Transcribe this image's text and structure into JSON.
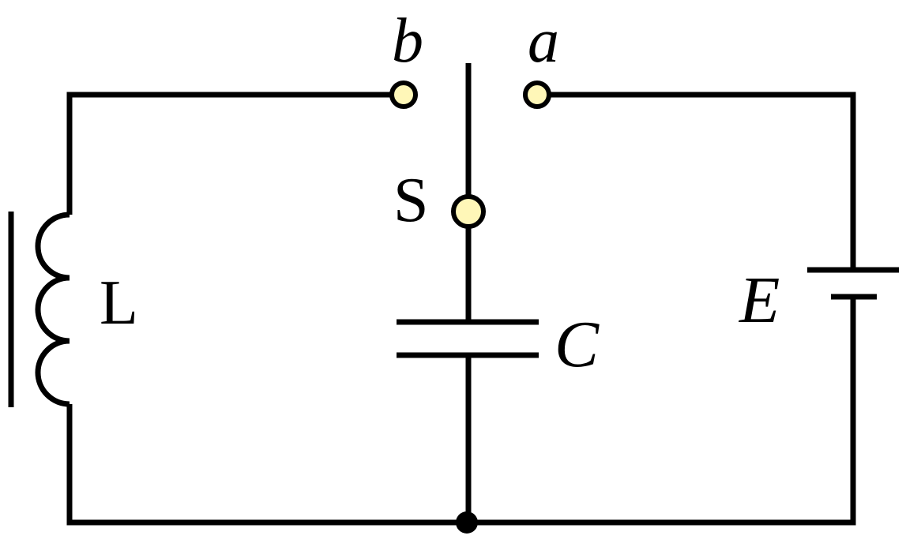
{
  "labels": {
    "terminal_b": "b",
    "terminal_a": "a",
    "switch": "S",
    "inductor": "L",
    "capacitor": "C",
    "battery": "E"
  },
  "colors": {
    "wire": "#000000",
    "terminal_fill": "#fff7b8",
    "junction_fill": "#000000",
    "background": "#ffffff"
  }
}
